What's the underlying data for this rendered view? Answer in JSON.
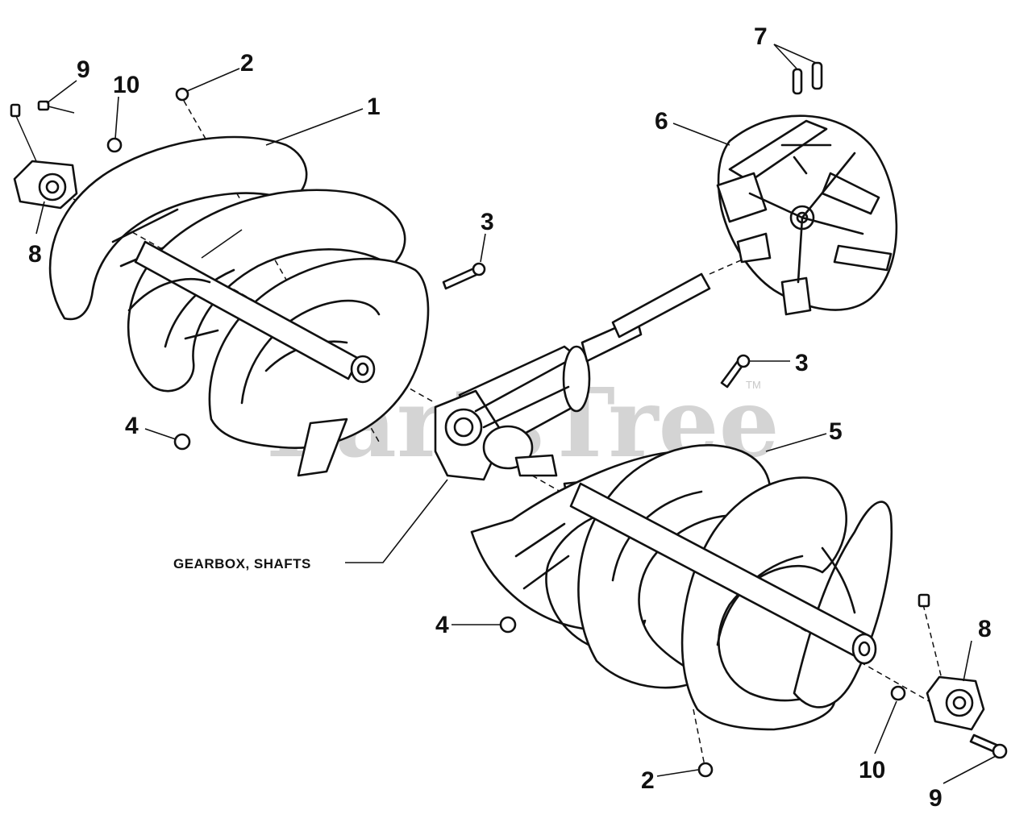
{
  "watermark": {
    "text": "PartsTree",
    "tm": "TM"
  },
  "callouts": {
    "c1": "1",
    "c2_top": "2",
    "c2_bottom": "2",
    "c3_left": "3",
    "c3_right": "3",
    "c4_left": "4",
    "c4_right": "4",
    "c5": "5",
    "c6": "6",
    "c7": "7",
    "c8_left": "8",
    "c8_right": "8",
    "c9_left": "9",
    "c9_right": "9",
    "c10_left": "10",
    "c10_right": "10",
    "gearbox": "GEARBOX, SHAFTS"
  }
}
